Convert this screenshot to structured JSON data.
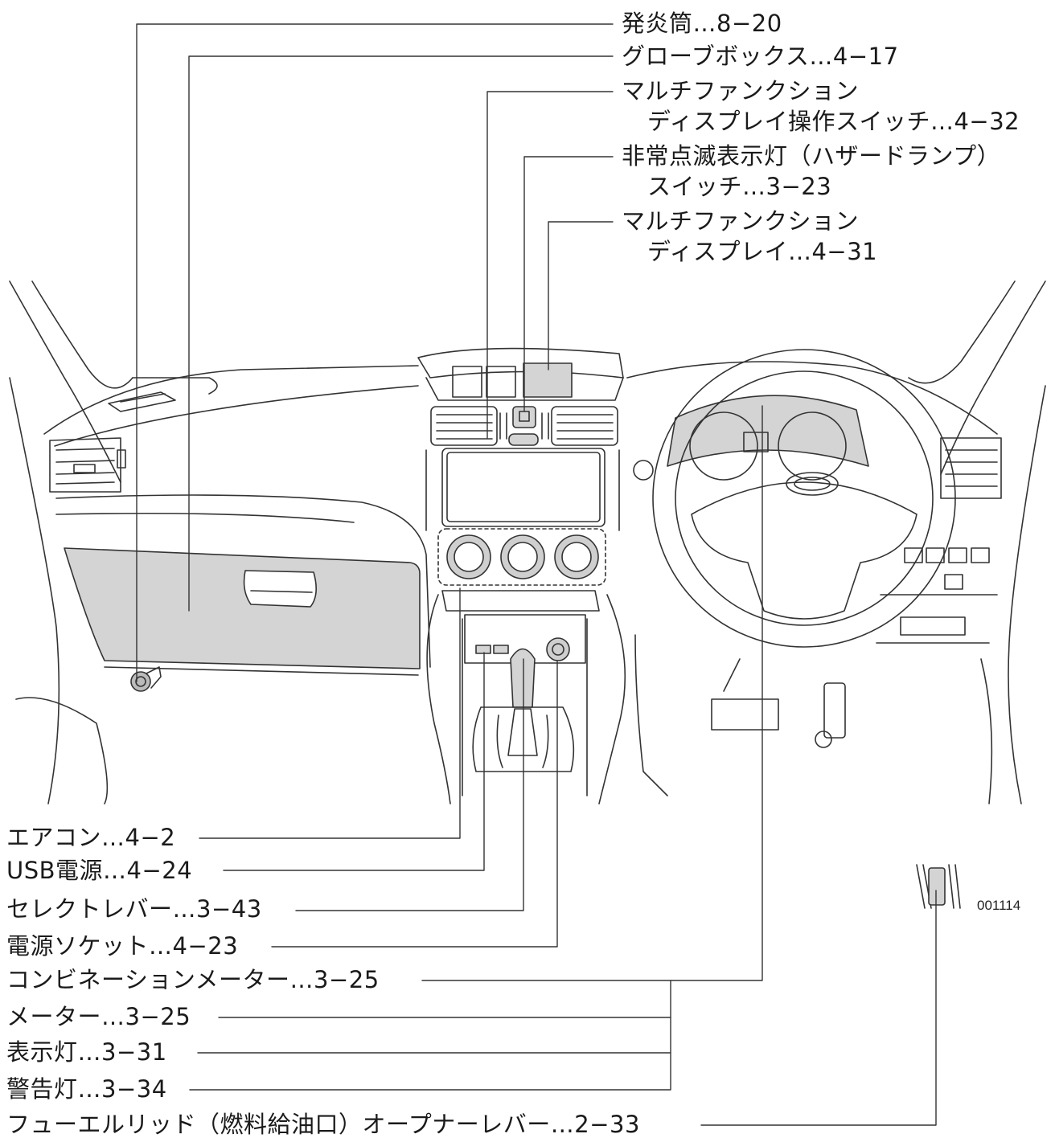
{
  "callouts_top": [
    {
      "id": "flare",
      "lines": [
        "発炎筒…8−20"
      ]
    },
    {
      "id": "glovebox",
      "lines": [
        "グローブボックス…4−17"
      ]
    },
    {
      "id": "mfd-switch",
      "lines": [
        "マルチファンクション",
        "ディスプレイ操作スイッチ…4−32"
      ]
    },
    {
      "id": "hazard",
      "lines": [
        "非常点滅表示灯（ハザードランプ）",
        "スイッチ…3−23"
      ]
    },
    {
      "id": "mfd",
      "lines": [
        "マルチファンクション",
        "ディスプレイ…4−31"
      ]
    }
  ],
  "callouts_bottom": [
    "エアコン…4−2",
    "USB電源…4−24",
    "セレクトレバー…3−43",
    "電源ソケット…4−23",
    "コンビネーションメーター…3−25",
    "メーター…3−25",
    "表示灯…3−31",
    "警告灯…3−34",
    "フューエルリッド（燃料給油口）オープナーレバー…2−33"
  ],
  "figure_code": "001114",
  "colors": {
    "line": "#333333",
    "shade": "#d4d4d4",
    "background": "#ffffff"
  }
}
